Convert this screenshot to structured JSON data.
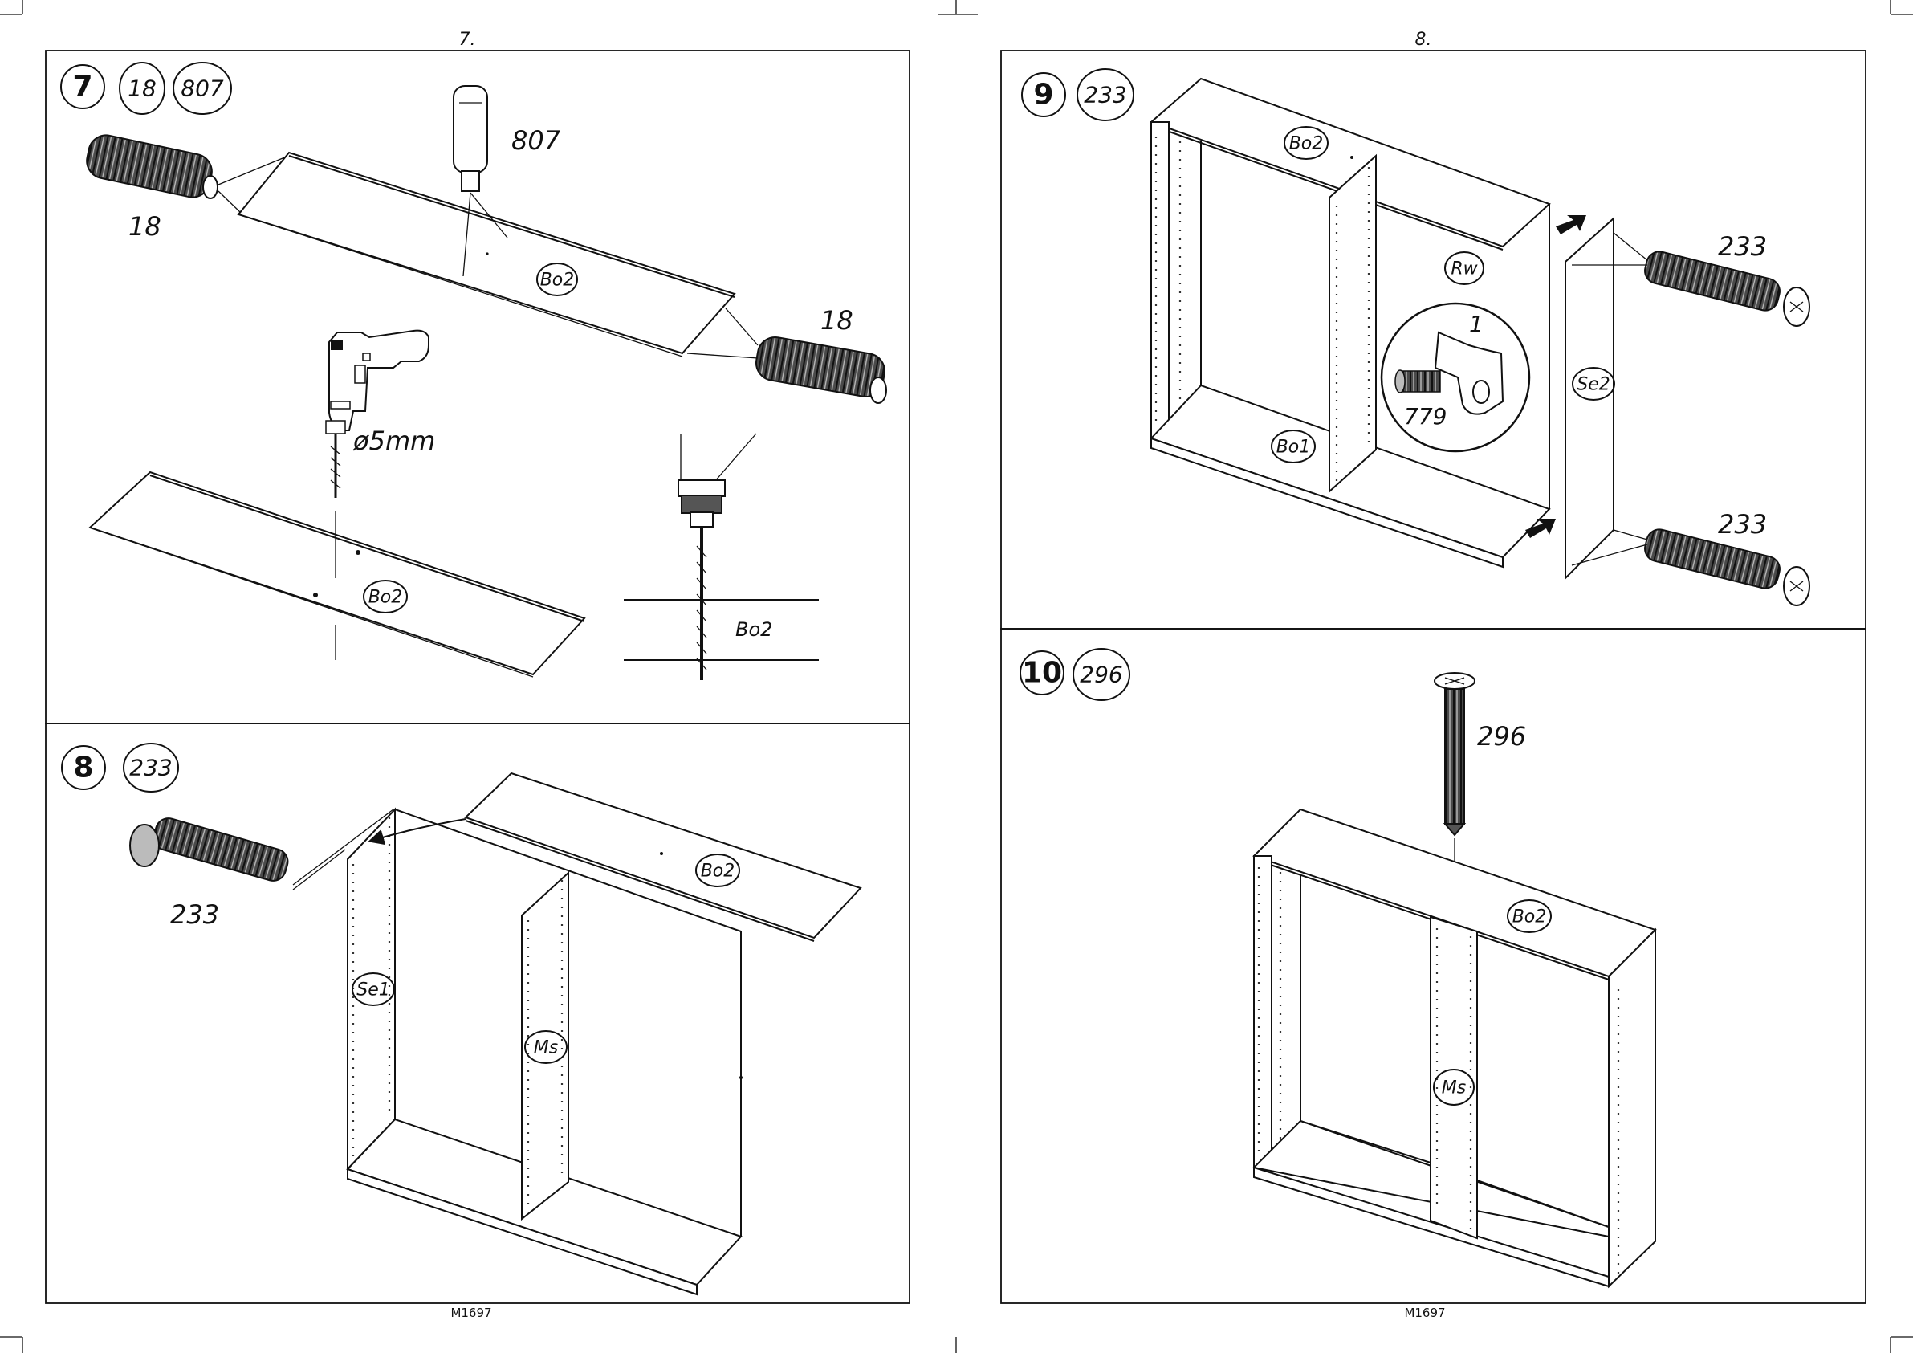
{
  "pages": [
    {
      "number": "7.",
      "code": "M1697"
    },
    {
      "number": "8.",
      "code": "M1697"
    }
  ],
  "steps": [
    {
      "step": "7",
      "parts": [
        "18",
        "807"
      ],
      "labels": {
        "dowel": "18",
        "dowel_right": "18",
        "pin": "807",
        "drill_size": "ø5mm",
        "board_top": "Bo2",
        "board_bottom": "Bo2",
        "section": "Bo2"
      }
    },
    {
      "step": "8",
      "parts": [
        "233"
      ],
      "labels": {
        "screw": "233",
        "board": "Bo2",
        "side": "Se1",
        "middle": "Ms"
      }
    },
    {
      "step": "9",
      "parts": [
        "233"
      ],
      "labels": {
        "top": "Bo2",
        "bottom": "Bo1",
        "back": "Rw",
        "side": "Se2",
        "screw_top": "233",
        "screw_bottom": "233",
        "detail_part": "1",
        "detail_screw": "779"
      }
    },
    {
      "step": "10",
      "parts": [
        "296"
      ],
      "labels": {
        "screw": "296",
        "top": "Bo2",
        "middle": "Ms"
      }
    }
  ]
}
